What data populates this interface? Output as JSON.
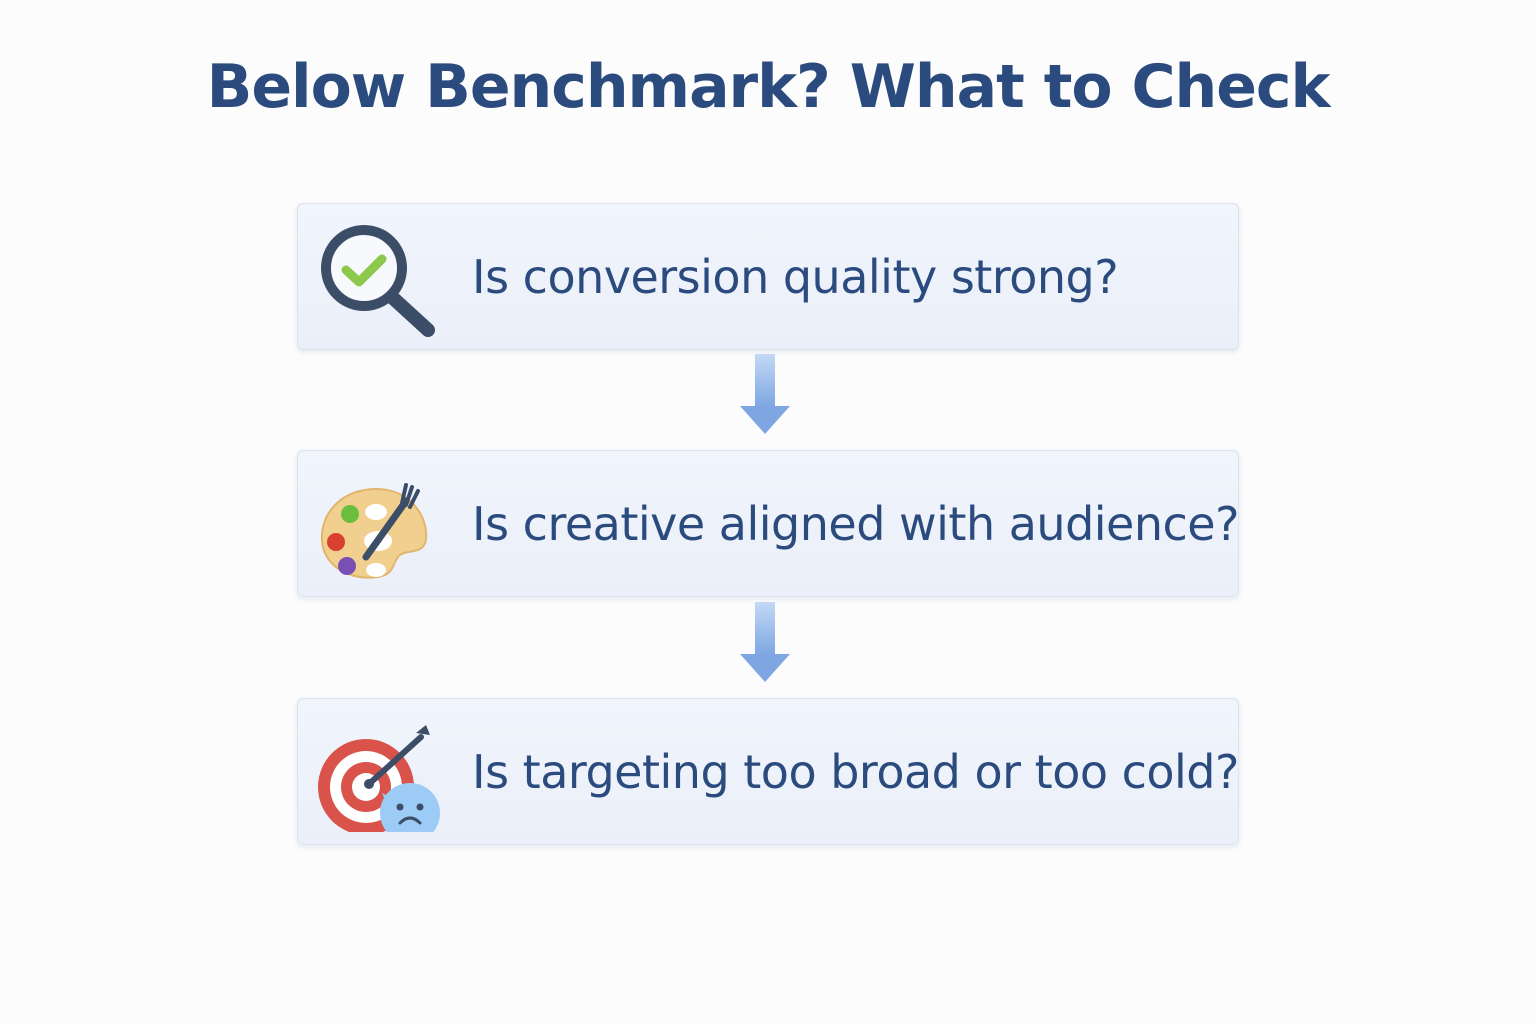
{
  "title": "Below Benchmark? What to Check",
  "steps": [
    {
      "label": "Is conversion quality strong?",
      "icon": "magnifier-check-icon"
    },
    {
      "label": "Is creative aligned with audience?",
      "icon": "paint-palette-icon"
    },
    {
      "label": "Is targeting too broad or too cold?",
      "icon": "target-sad-face-icon"
    }
  ],
  "colors": {
    "title": "#2b4b7e",
    "text": "#2b4b7e",
    "card_bg": "#eef2fa",
    "card_border": "#dbe3f0",
    "arrow": "#8fb4e8",
    "check": "#8cc84b",
    "target_red": "#d9534a",
    "sad_face": "#9ccbf5"
  }
}
